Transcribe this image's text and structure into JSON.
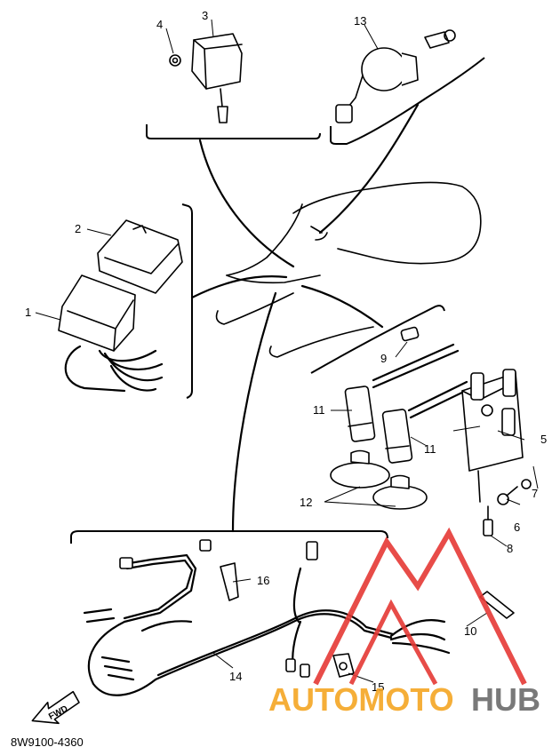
{
  "diagram": {
    "code": "8W9100-4360",
    "direction_label": "FWD",
    "callouts": [
      "1",
      "2",
      "3",
      "4",
      "5",
      "6",
      "7",
      "8",
      "9",
      "10",
      "11",
      "11",
      "12",
      "13",
      "14",
      "15",
      "16"
    ]
  },
  "watermark": {
    "word_a": "AUTOMOTO",
    "word_b": "HUB",
    "color_a": "#f5a623",
    "color_b": "#6b6b6b",
    "triangle_color": "#e53935"
  }
}
